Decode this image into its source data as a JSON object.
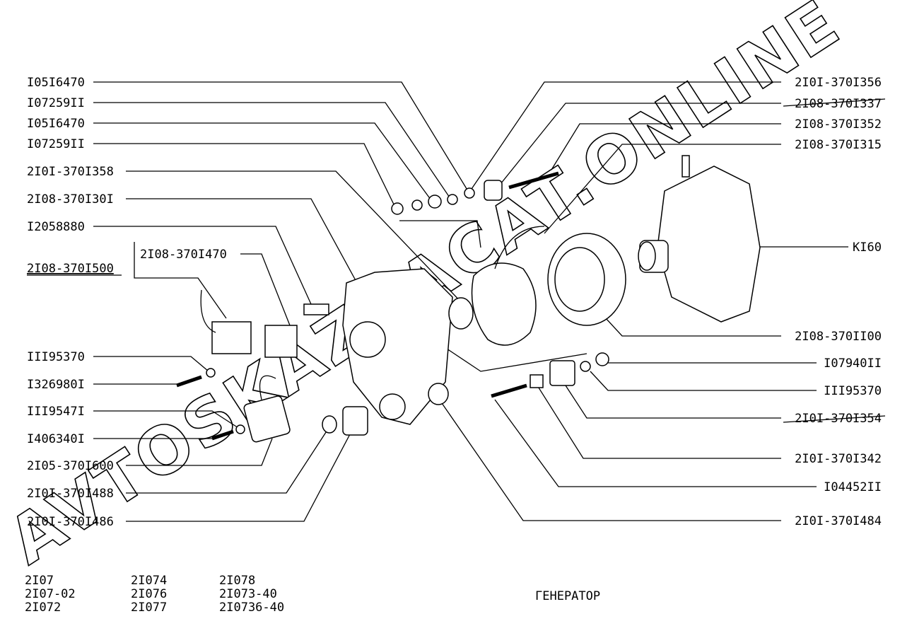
{
  "title": "ГЕНЕРАТОР",
  "watermark": "AVTOSKAZKACAT.ONLINE",
  "left_labels": [
    "I05I6470",
    "I07259II",
    "I05I6470",
    "I07259II",
    "2I0I-370I358",
    "2I08-370I30I",
    "I2058880",
    "2I08-370I500",
    "2I08-370I470",
    "III95370",
    "I326980I",
    "III9547I",
    "I406340I",
    "2I05-370I600",
    "2I0I-370I488",
    "2I0I-370I486"
  ],
  "right_labels": [
    "2I0I-370I356",
    "2I08-370I337",
    "2I08-370I352",
    "2I08-370I315",
    "KI60",
    "2I08-370II00",
    "I07940II",
    "III95370",
    "2I0I-370I354",
    "2I0I-370I342",
    "I04452II",
    "2I0I-370I484"
  ],
  "models": [
    [
      "2I07",
      "2I07-02",
      "2I072"
    ],
    [
      "2I074",
      "2I076",
      "2I077"
    ],
    [
      "2I078",
      "2I073-40",
      "2I0736-40"
    ]
  ]
}
